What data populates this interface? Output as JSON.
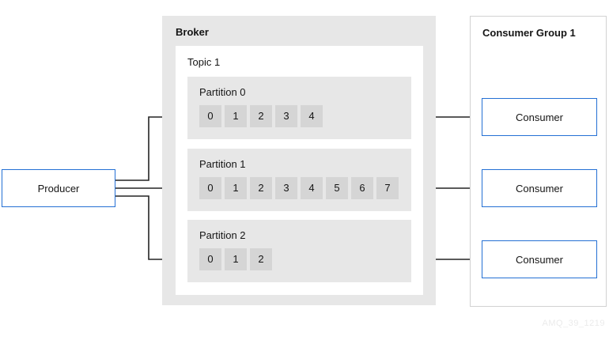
{
  "diagram": {
    "producer": {
      "label": "Producer"
    },
    "broker": {
      "label": "Broker",
      "topic": {
        "label": "Topic 1",
        "partitions": [
          {
            "label": "Partition 0",
            "offsets": [
              "0",
              "1",
              "2",
              "3",
              "4"
            ]
          },
          {
            "label": "Partition 1",
            "offsets": [
              "0",
              "1",
              "2",
              "3",
              "4",
              "5",
              "6",
              "7"
            ]
          },
          {
            "label": "Partition 2",
            "offsets": [
              "0",
              "1",
              "2"
            ]
          }
        ]
      }
    },
    "consumer_group": {
      "label": "Consumer Group 1",
      "consumers": [
        {
          "label": "Consumer"
        },
        {
          "label": "Consumer"
        },
        {
          "label": "Consumer"
        }
      ]
    },
    "watermark": "AMQ_39_1219",
    "colors": {
      "accent_blue": "#2470d4",
      "panel_gray": "#e7e7e7",
      "cell_gray": "#d5d5d5",
      "panel_border_gray": "#d2d2d2",
      "arrow_line": "#242424",
      "arrowhead": "#000000",
      "text": "#151515",
      "watermark_gray": "#ebebeb"
    }
  }
}
